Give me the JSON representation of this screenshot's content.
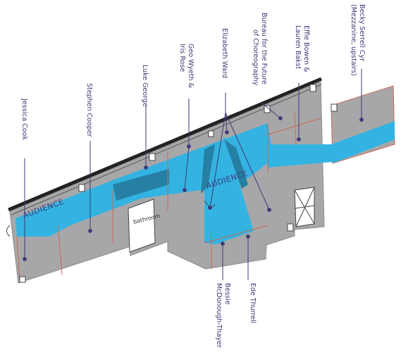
{
  "diagram": {
    "areas": {
      "audience_left": "AUDIENCE",
      "audience_center": "AUDIENCE",
      "bathroom": "bathroom"
    },
    "labels": {
      "jessica": "Jessica Cook",
      "stephen": "Stephen Cooper",
      "luke": "Luke George",
      "geo": [
        "Geo Wyeth &",
        "Iris Rose"
      ],
      "elizabeth": "Elizabeth Ward",
      "bureau": [
        "Bureau for the Future",
        "of Choreography"
      ],
      "effie": [
        "Effie Bowen &",
        "Lauren Bakst"
      ],
      "becky": [
        "Becky Serrell Cyr",
        "(Mezzanine, upstairs)"
      ],
      "bessie": [
        "Bessie",
        "McDonough-Thayer"
      ],
      "ede": "Ede Thurrell"
    },
    "colors": {
      "floor": "#a7a7a9",
      "audience": "#33b3e2",
      "audience_dark": "#2580a3",
      "wall": "#222222",
      "room_line": "#c76a55",
      "leader": "#3d3a77"
    }
  }
}
